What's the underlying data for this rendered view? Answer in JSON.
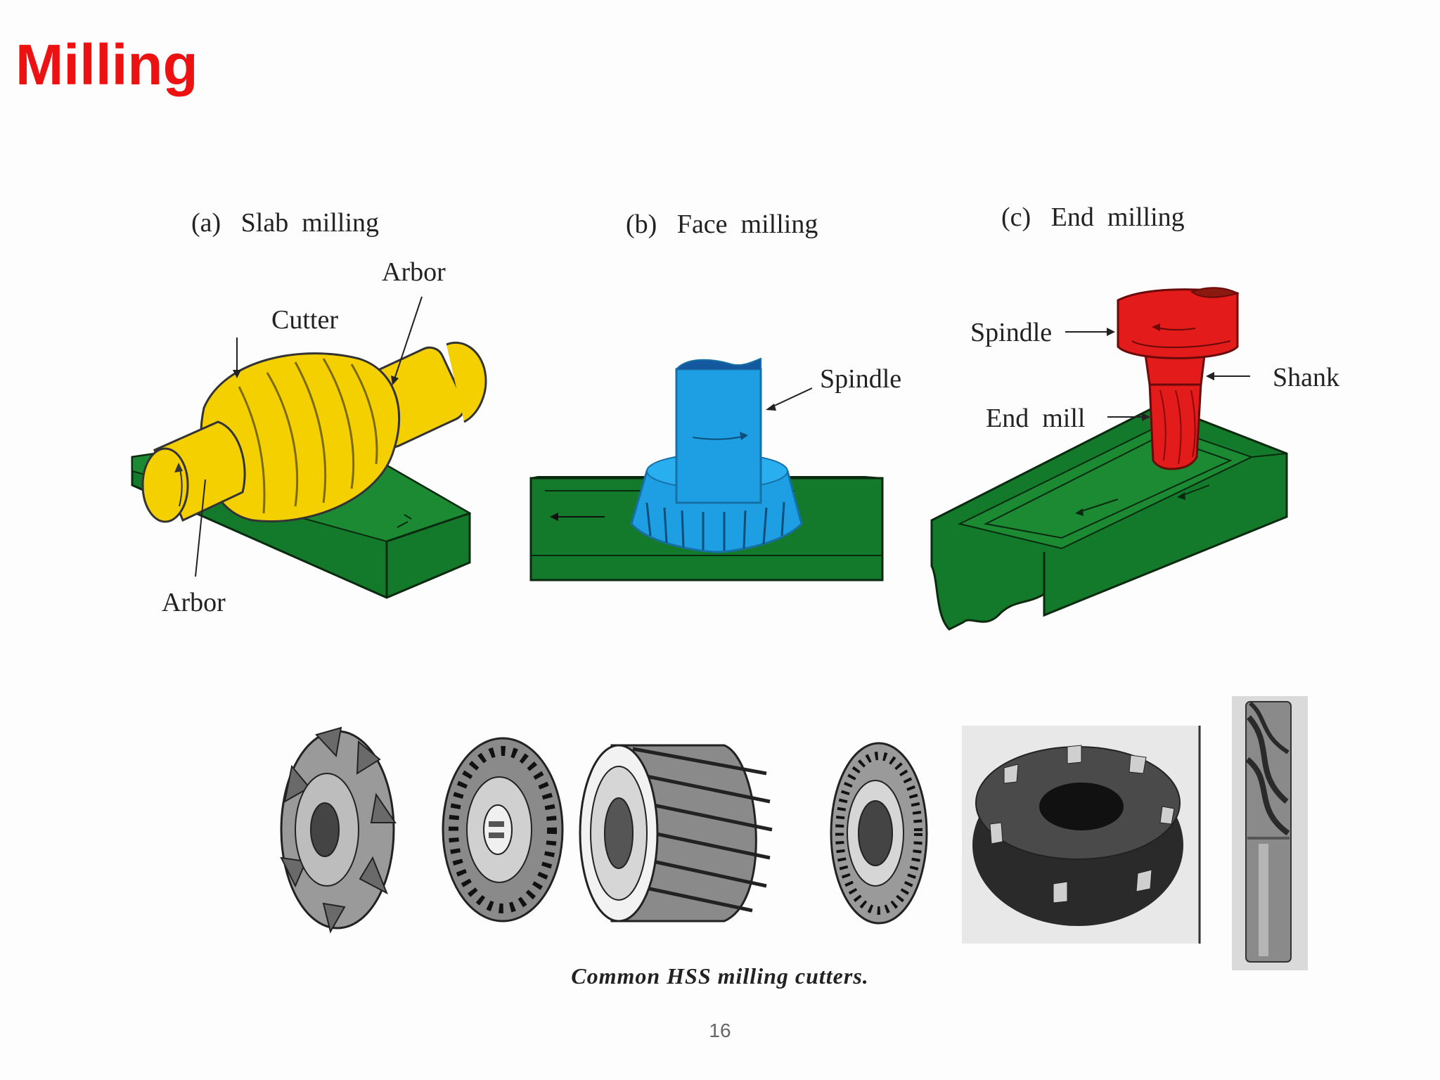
{
  "slide": {
    "title": "Milling",
    "page_number": "16"
  },
  "panels": {
    "slab": {
      "heading": "(a)   Slab  milling",
      "labels": {
        "arbor_top": "Arbor",
        "cutter": "Cutter",
        "arbor_bottom": "Arbor"
      }
    },
    "face": {
      "heading": "(b)   Face  milling",
      "labels": {
        "spindle": "Spindle"
      }
    },
    "end": {
      "heading": "(c)   End  milling",
      "labels": {
        "spindle": "Spindle",
        "shank": "Shank",
        "end_mill": "End  mill"
      }
    }
  },
  "cutters": {
    "caption": "Common HSS milling cutters."
  },
  "colors": {
    "workpiece": "#137a2b",
    "slab_cutter": "#f5d000",
    "face_cutter": "#1e9fe3",
    "end_mill": "#e31b1b",
    "title": "#ee1111"
  }
}
